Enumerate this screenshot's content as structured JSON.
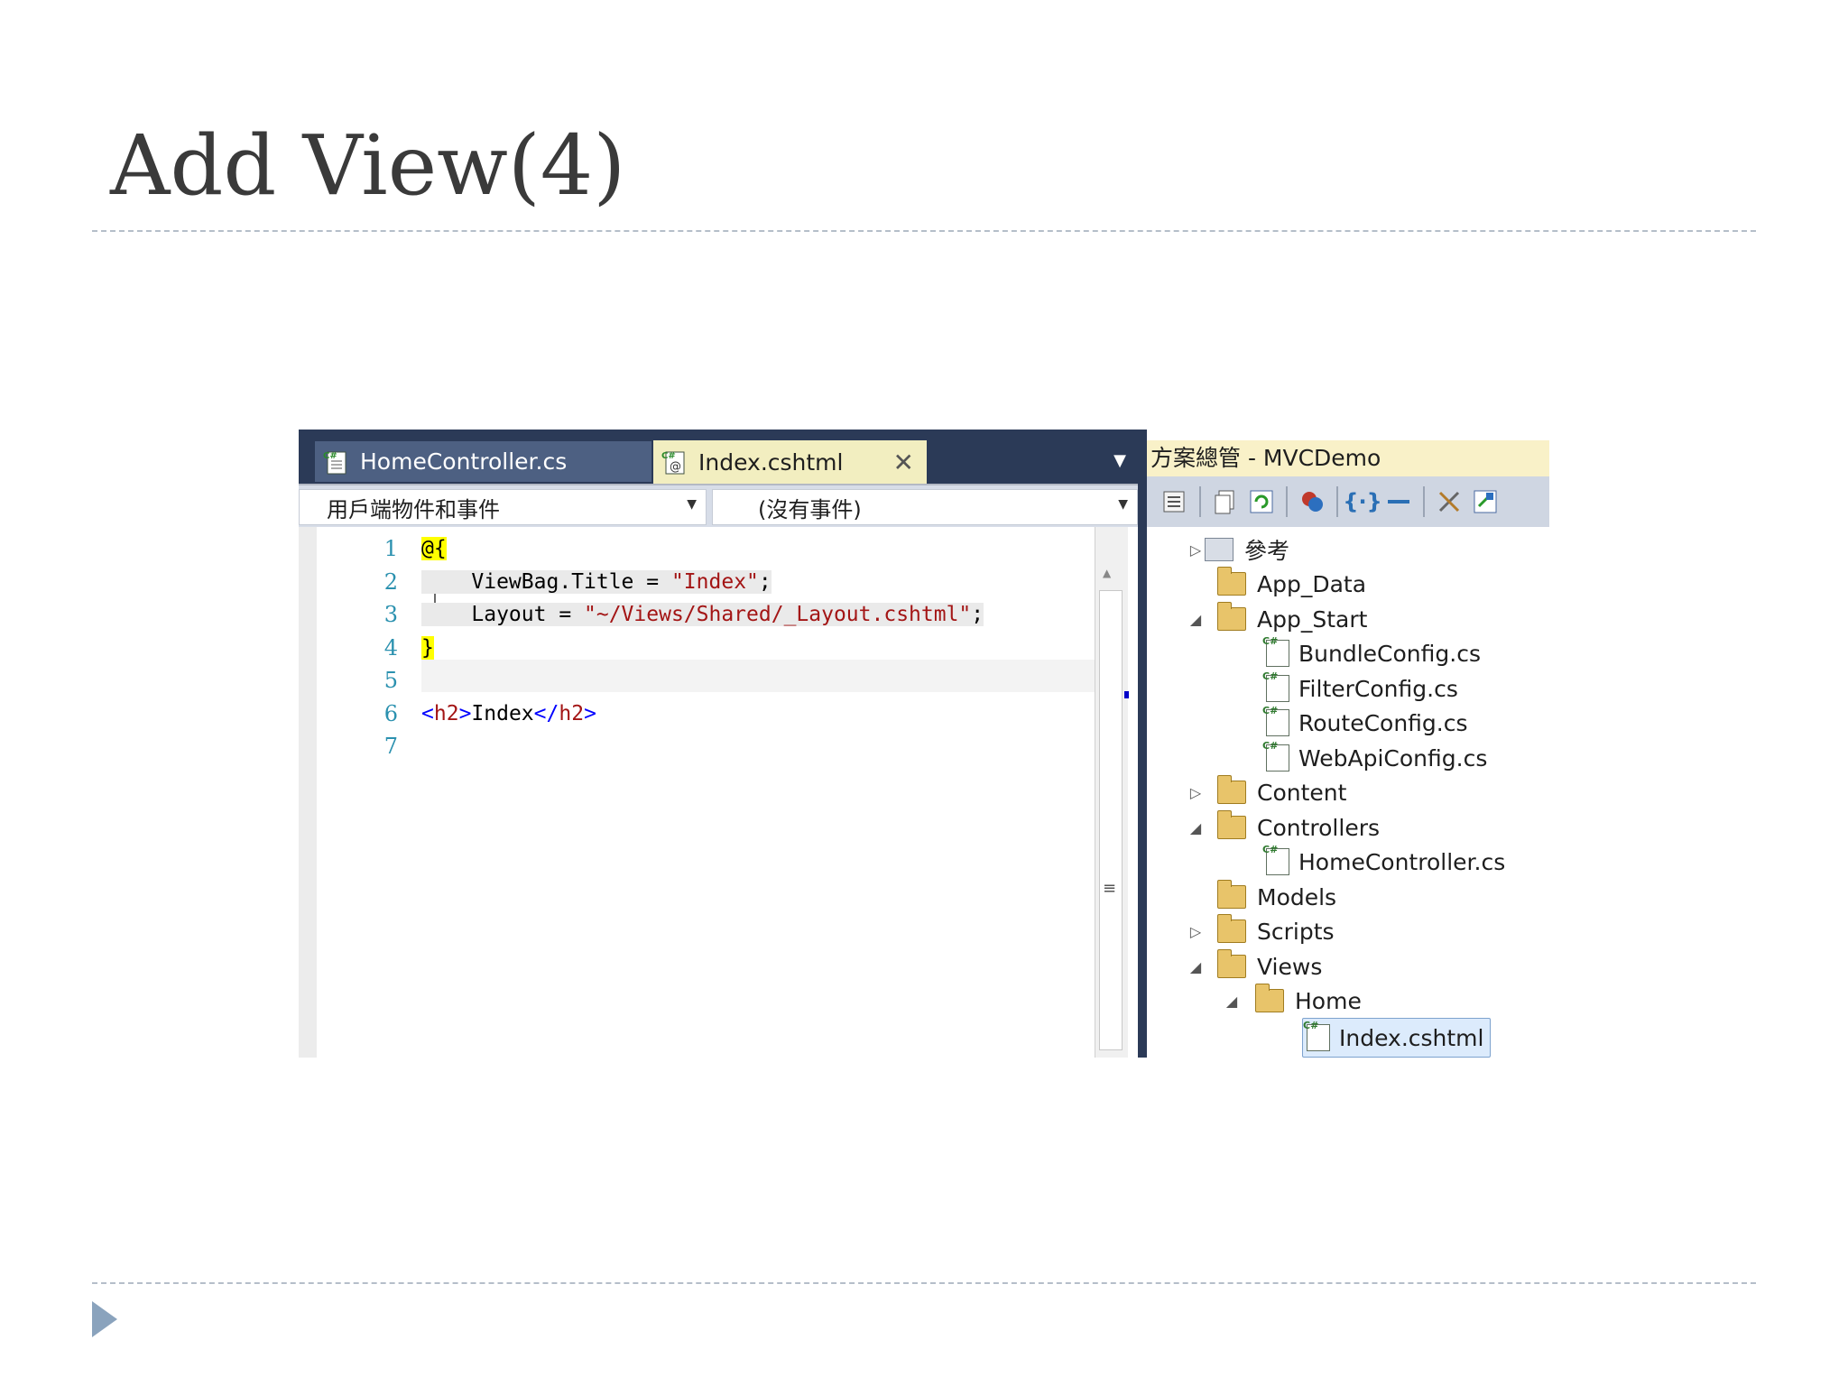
{
  "slide": {
    "title": "Add View(4)"
  },
  "editor": {
    "tabs": [
      {
        "label": "HomeController.cs",
        "active": false
      },
      {
        "label": "Index.cshtml",
        "active": true,
        "close": "✕"
      }
    ],
    "combo_left": "用戶端物件和事件",
    "combo_right": "(沒有事件)",
    "line_numbers": [
      "1",
      "2",
      "3",
      "4",
      "5",
      "6",
      "7"
    ],
    "code": {
      "l1": "@{",
      "l2_a": "ViewBag.Title = ",
      "l2_b": "\"Index\"",
      "l2_c": ";",
      "l3_a": "Layout = ",
      "l3_b": "\"~/Views/Shared/_Layout.cshtml\"",
      "l3_c": ";",
      "l4": "}",
      "l6_open_lt": "<",
      "l6_open_name": "h2",
      "l6_open_gt": ">",
      "l6_text": "Index",
      "l6_close_lt": "</",
      "l6_close_name": "h2",
      "l6_close_gt": ">"
    }
  },
  "solution_explorer": {
    "title": "方案總管 - MVCDemo",
    "toolbar_icons": [
      "properties-icon",
      "show-all-files-icon",
      "refresh-icon",
      "view-class-diagram-icon",
      "view-code-icon",
      "collapse-icon",
      "settings-icon",
      "view-designer-icon"
    ],
    "tree": {
      "refs": "參考",
      "app_data": "App_Data",
      "app_start": "App_Start",
      "bundle": "BundleConfig.cs",
      "filter": "FilterConfig.cs",
      "route": "RouteConfig.cs",
      "webapi": "WebApiConfig.cs",
      "content": "Content",
      "controllers": "Controllers",
      "homecontroller": "HomeController.cs",
      "models": "Models",
      "scripts": "Scripts",
      "views": "Views",
      "home": "Home",
      "index": "Index.cshtml"
    }
  },
  "colors": {
    "ide_frame": "#2b3a57",
    "active_tab": "#f2eec0",
    "razor_highlight": "#ffff00",
    "string": "#a31515",
    "tag": "#0000ff",
    "line_number": "#2b91af"
  }
}
